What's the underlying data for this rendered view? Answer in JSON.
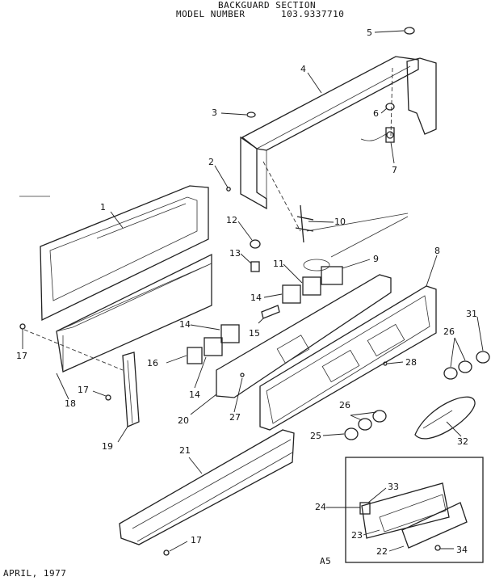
{
  "header": {
    "title": "BACKGUARD SECTION",
    "model_label": "MODEL NUMBER",
    "model_number": "103.9337710"
  },
  "footer": {
    "date": "APRIL, 1977",
    "page_code": "A5"
  },
  "parts": [
    {
      "id": "p1",
      "label": "1"
    },
    {
      "id": "p2",
      "label": "2"
    },
    {
      "id": "p3",
      "label": "3"
    },
    {
      "id": "p4",
      "label": "4"
    },
    {
      "id": "p5",
      "label": "5"
    },
    {
      "id": "p6",
      "label": "6"
    },
    {
      "id": "p7",
      "label": "7"
    },
    {
      "id": "p8",
      "label": "8"
    },
    {
      "id": "p9",
      "label": "9"
    },
    {
      "id": "p10",
      "label": "10"
    },
    {
      "id": "p11",
      "label": "11"
    },
    {
      "id": "p12",
      "label": "12"
    },
    {
      "id": "p13",
      "label": "13"
    },
    {
      "id": "p14a",
      "label": "14"
    },
    {
      "id": "p14b",
      "label": "14"
    },
    {
      "id": "p14c",
      "label": "14"
    },
    {
      "id": "p15",
      "label": "15"
    },
    {
      "id": "p16",
      "label": "16"
    },
    {
      "id": "p17a",
      "label": "17"
    },
    {
      "id": "p17b",
      "label": "17"
    },
    {
      "id": "p17c",
      "label": "17"
    },
    {
      "id": "p18",
      "label": "18"
    },
    {
      "id": "p19",
      "label": "19"
    },
    {
      "id": "p20",
      "label": "20"
    },
    {
      "id": "p21",
      "label": "21"
    },
    {
      "id": "p22",
      "label": "22"
    },
    {
      "id": "p23",
      "label": "23"
    },
    {
      "id": "p24",
      "label": "24"
    },
    {
      "id": "p25",
      "label": "25"
    },
    {
      "id": "p26a",
      "label": "26"
    },
    {
      "id": "p26b",
      "label": "26"
    },
    {
      "id": "p27",
      "label": "27"
    },
    {
      "id": "p28",
      "label": "28"
    },
    {
      "id": "p31",
      "label": "31"
    },
    {
      "id": "p32",
      "label": "32"
    },
    {
      "id": "p33",
      "label": "33"
    },
    {
      "id": "p34",
      "label": "34"
    }
  ]
}
